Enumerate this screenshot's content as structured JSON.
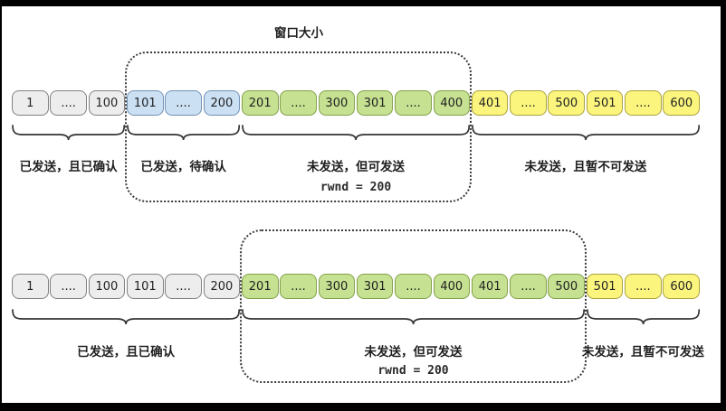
{
  "page": {
    "background": "#ffffff",
    "frame_color": "#000000",
    "line_color": "#333333",
    "text_color": "#1f1f1f"
  },
  "palette": {
    "gray": {
      "fill": "#ededed",
      "border": "#808080"
    },
    "blue": {
      "fill": "#cce0f4",
      "border": "#7191b5"
    },
    "green": {
      "fill": "#c5e191",
      "border": "#82a04a"
    },
    "yellow": {
      "fill": "#fbf57e",
      "border": "#aaa23c"
    }
  },
  "diagram_top": {
    "window_title": "窗口大小",
    "cells": [
      {
        "label": "1",
        "color": "gray"
      },
      {
        "label": "....",
        "color": "gray"
      },
      {
        "label": "100",
        "color": "gray"
      },
      {
        "label": "101",
        "color": "blue"
      },
      {
        "label": "....",
        "color": "blue"
      },
      {
        "label": "200",
        "color": "blue"
      },
      {
        "label": "201",
        "color": "green"
      },
      {
        "label": "....",
        "color": "green"
      },
      {
        "label": "300",
        "color": "green"
      },
      {
        "label": "301",
        "color": "green"
      },
      {
        "label": "....",
        "color": "green"
      },
      {
        "label": "400",
        "color": "green"
      },
      {
        "label": "401",
        "color": "yellow"
      },
      {
        "label": "....",
        "color": "yellow"
      },
      {
        "label": "500",
        "color": "yellow"
      },
      {
        "label": "501",
        "color": "yellow"
      },
      {
        "label": "....",
        "color": "yellow"
      },
      {
        "label": "600",
        "color": "yellow"
      }
    ],
    "window": {
      "start": 3,
      "end": 11
    },
    "groups": [
      {
        "label": "已发送，且已确认",
        "sub": "",
        "start": 0,
        "end": 2
      },
      {
        "label": "已发送，待确认",
        "sub": "",
        "start": 3,
        "end": 5
      },
      {
        "label": "未发送，但可发送",
        "sub": "rwnd = 200",
        "start": 6,
        "end": 11
      },
      {
        "label": "未发送，且暂不可发送",
        "sub": "",
        "start": 12,
        "end": 17
      }
    ]
  },
  "diagram_bottom": {
    "window_title": "",
    "cells": [
      {
        "label": "1",
        "color": "gray"
      },
      {
        "label": "....",
        "color": "gray"
      },
      {
        "label": "100",
        "color": "gray"
      },
      {
        "label": "101",
        "color": "gray"
      },
      {
        "label": "....",
        "color": "gray"
      },
      {
        "label": "200",
        "color": "gray"
      },
      {
        "label": "201",
        "color": "green"
      },
      {
        "label": "....",
        "color": "green"
      },
      {
        "label": "300",
        "color": "green"
      },
      {
        "label": "301",
        "color": "green"
      },
      {
        "label": "....",
        "color": "green"
      },
      {
        "label": "400",
        "color": "green"
      },
      {
        "label": "401",
        "color": "green"
      },
      {
        "label": "....",
        "color": "green"
      },
      {
        "label": "500",
        "color": "green"
      },
      {
        "label": "501",
        "color": "yellow"
      },
      {
        "label": "....",
        "color": "yellow"
      },
      {
        "label": "600",
        "color": "yellow"
      }
    ],
    "window": {
      "start": 6,
      "end": 14
    },
    "groups": [
      {
        "label": "已发送，且已确认",
        "sub": "",
        "start": 0,
        "end": 5
      },
      {
        "label": "未发送，但可发送",
        "sub": "rwnd = 200",
        "start": 6,
        "end": 14
      },
      {
        "label": "未发送，且暂不可发送",
        "sub": "",
        "start": 15,
        "end": 17
      }
    ]
  }
}
